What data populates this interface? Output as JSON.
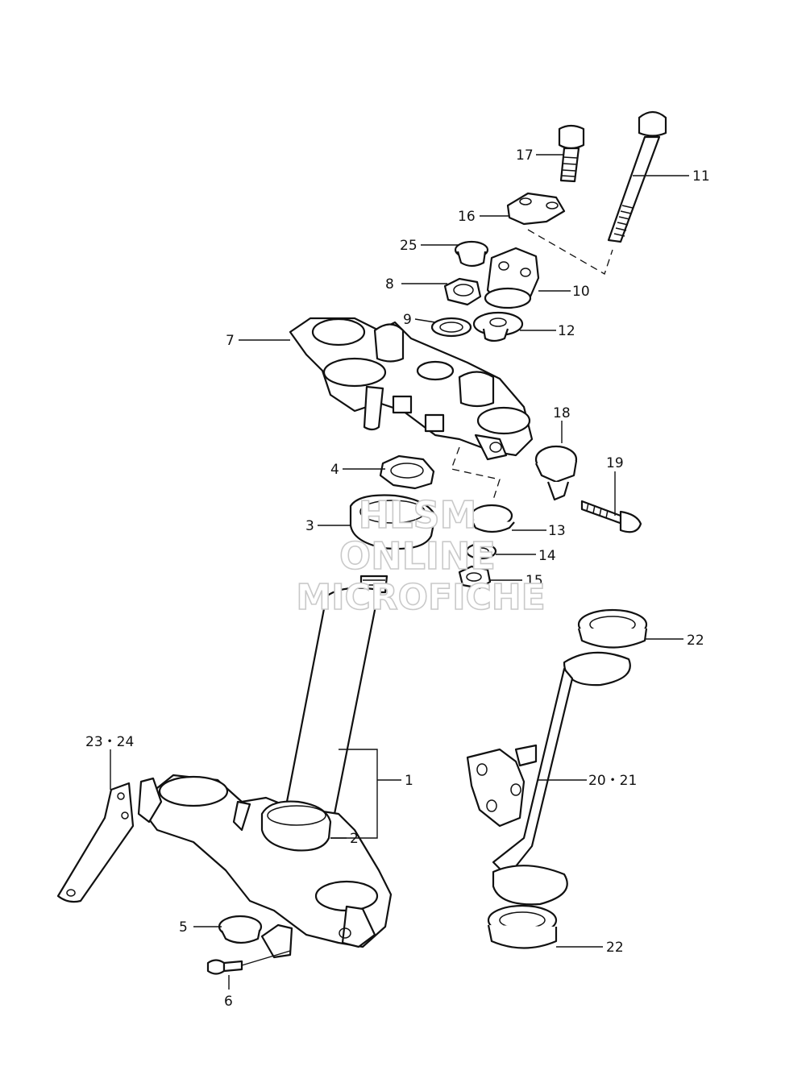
{
  "callouts": {
    "c1": "1",
    "c2": "2",
    "c3": "3",
    "c4": "4",
    "c5": "5",
    "c6": "6",
    "c7": "7",
    "c8": "8",
    "c9": "9",
    "c10": "10",
    "c11": "11",
    "c12": "12",
    "c13": "13",
    "c14": "14",
    "c15": "15",
    "c16": "16",
    "c17": "17",
    "c18": "18",
    "c19": "19",
    "c20_21": "20・21",
    "c22a": "22",
    "c22b": "22",
    "c23_24": "23・24",
    "c25": "25"
  },
  "watermark": {
    "line1": "HLSM",
    "line2": "ONLINE",
    "line3": "MICROFICHE"
  }
}
